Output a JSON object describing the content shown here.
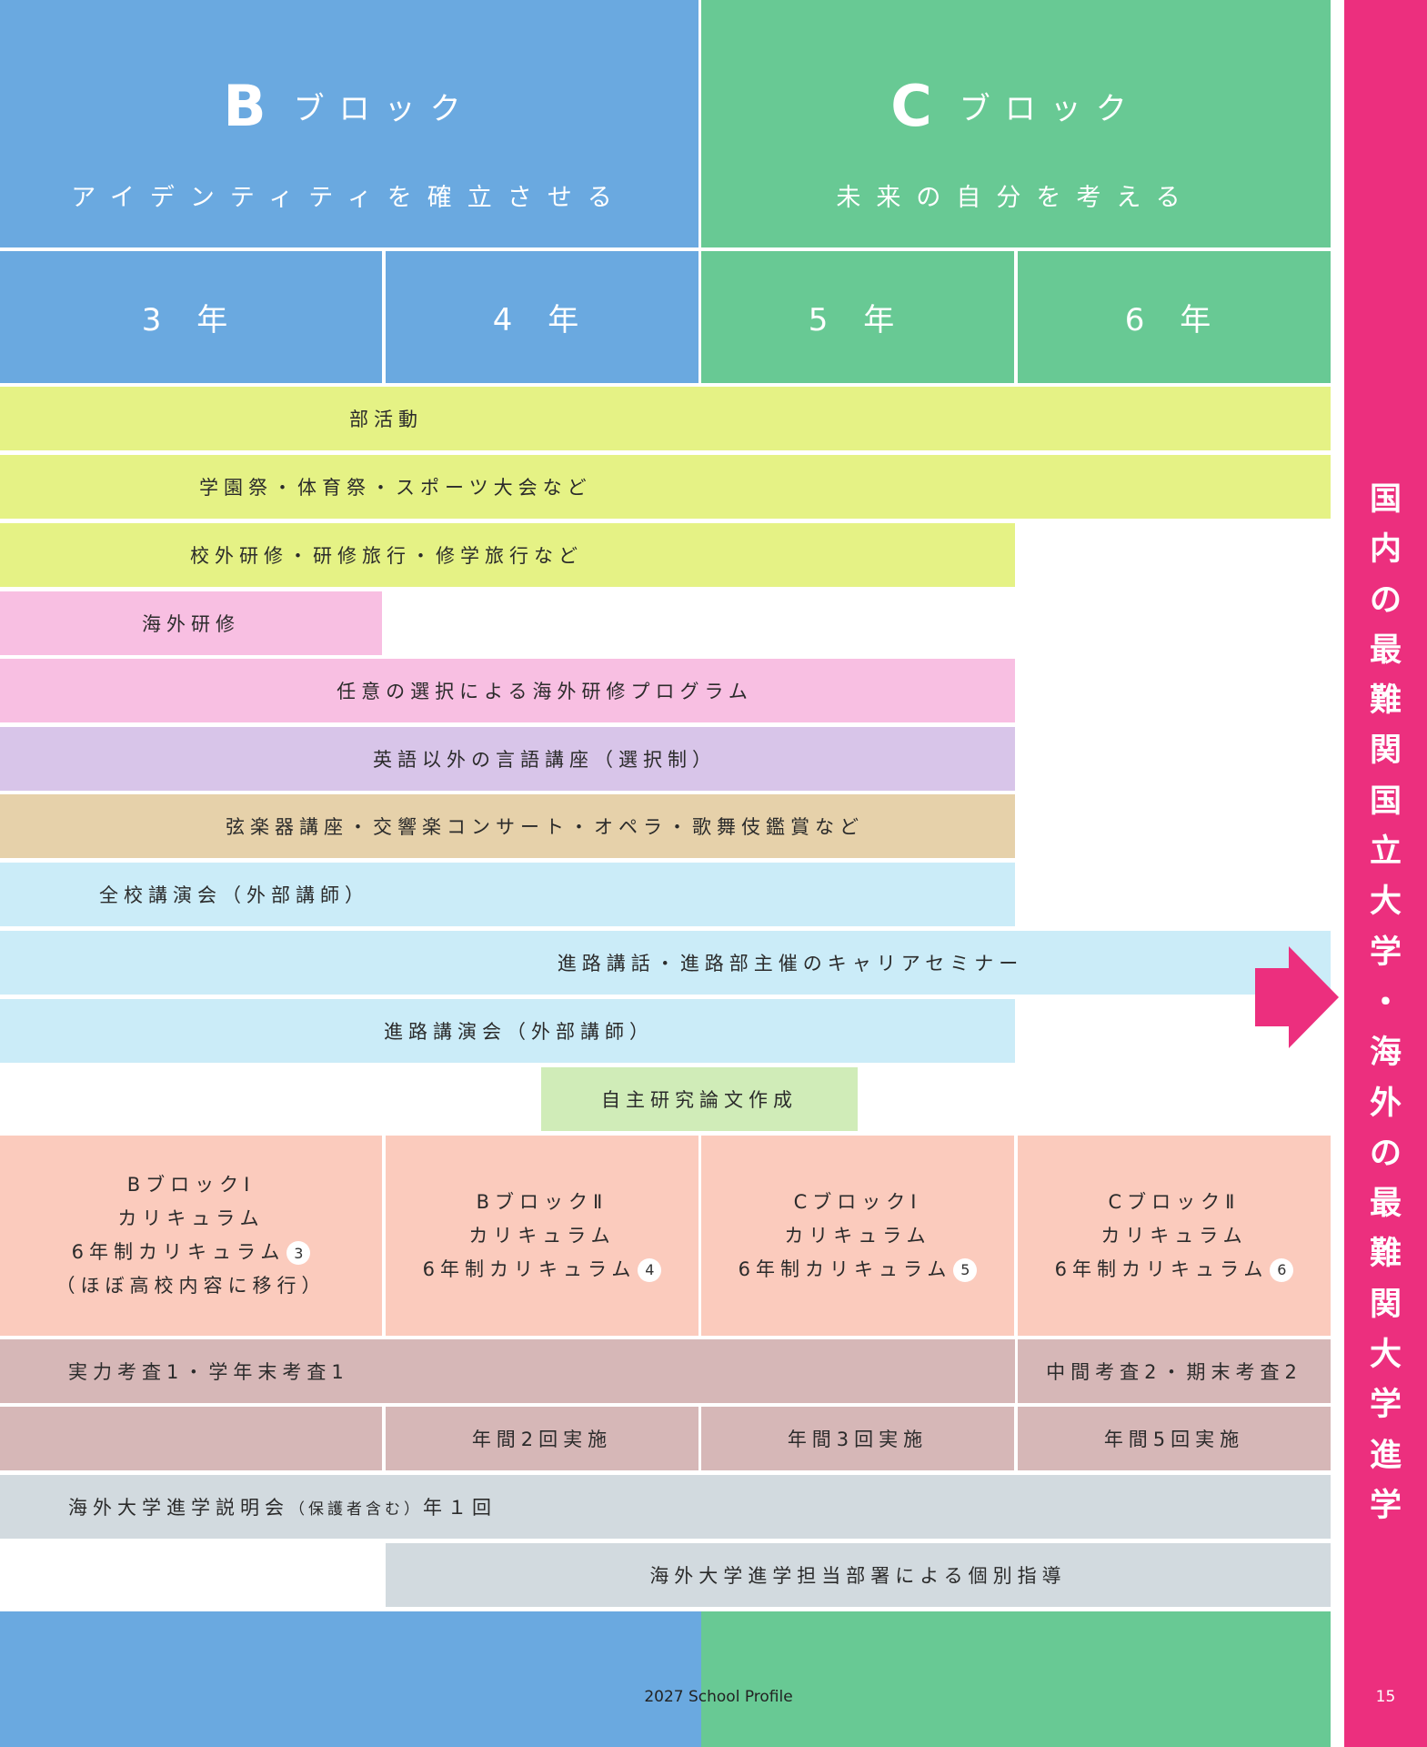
{
  "blocks": {
    "b": {
      "letter": "B",
      "word": "ブロック",
      "subtitle": "アイデンティティを確立させる"
    },
    "c": {
      "letter": "C",
      "word": "ブロック",
      "subtitle": "未来の自分を考える"
    }
  },
  "years": [
    "3 年",
    "4 年",
    "5 年",
    "6 年"
  ],
  "rows": {
    "club": "部活動",
    "festival": "学園祭・体育祭・スポーツ大会など",
    "trip": "校外研修・研修旅行・修学旅行など",
    "overseas": "海外研修",
    "optional_overseas": "任意の選択による海外研修プログラム",
    "languages": "英語以外の言語講座（選択制）",
    "arts": "弦楽器講座・交響楽コンサート・オペラ・歌舞伎鑑賞など",
    "lecture": "全校講演会（外部講師）",
    "career_talk": "進路講話・進路部主催のキャリアセミナー",
    "career_lecture": "進路講演会（外部講師）",
    "thesis": "自主研究論文作成"
  },
  "curriculum": {
    "b1": {
      "l1": "BブロックⅠ",
      "l2": "カリキュラム",
      "l3": "6年制カリキュラム",
      "badge": "3",
      "l4": "（ほぼ高校内容に移行）"
    },
    "b2": {
      "l1": "BブロックⅡ",
      "l2": "カリキュラム",
      "l3": "6年制カリキュラム",
      "badge": "4"
    },
    "c1": {
      "l1": "CブロックⅠ",
      "l2": "カリキュラム",
      "l3": "6年制カリキュラム",
      "badge": "5"
    },
    "c2": {
      "l1": "CブロックⅡ",
      "l2": "カリキュラム",
      "l3": "6年制カリキュラム",
      "badge": "6"
    }
  },
  "exams": {
    "first": "実力考査1・学年末考査1",
    "second": "中間考査2・期末考査2",
    "y4": "年間2回実施",
    "y5": "年間3回実施",
    "y6": "年間5回実施"
  },
  "abroad": {
    "briefing_main": "海外大学進学説明会",
    "briefing_note": "（保護者含む）",
    "briefing_freq": "年１回",
    "guidance": "海外大学進学担当部署による個別指導"
  },
  "side_goal": [
    "国",
    "内",
    "の",
    "最",
    "難",
    "関",
    "国",
    "立",
    "大",
    "学",
    "・",
    "海",
    "外",
    "の",
    "最",
    "難",
    "関",
    "大",
    "学",
    "進",
    "学"
  ],
  "footer": {
    "title": "2027 School Profile",
    "page": "15"
  },
  "colors": {
    "b_block": "#6aa9e0",
    "c_block": "#68c994",
    "accent": "#ec2f7e"
  }
}
